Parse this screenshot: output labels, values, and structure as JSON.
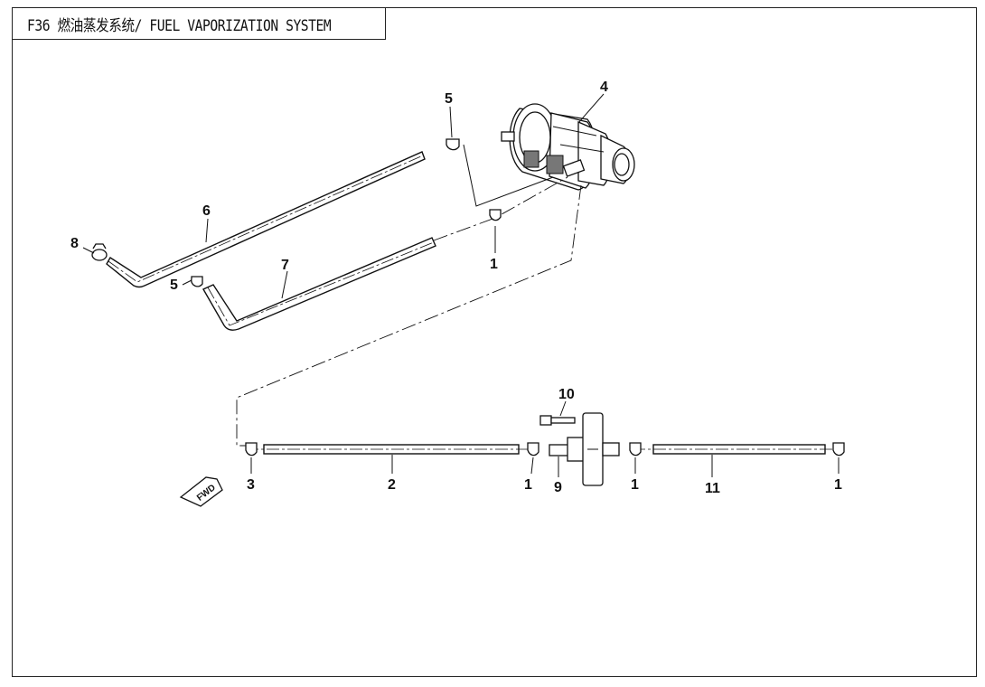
{
  "title": "F36 燃油蒸发系统/ FUEL VAPORIZATION SYSTEM",
  "callouts": {
    "c1_canister_clamp": "1",
    "c1_bottom_a": "1",
    "c1_bottom_b": "1",
    "c1_bottom_c": "1",
    "c2": "2",
    "c3": "3",
    "c4": "4",
    "c5_top": "5",
    "c5_left": "5",
    "c6": "6",
    "c7": "7",
    "c8": "8",
    "c9": "9",
    "c10": "10",
    "c11": "11"
  },
  "fwd_label": "FWD"
}
